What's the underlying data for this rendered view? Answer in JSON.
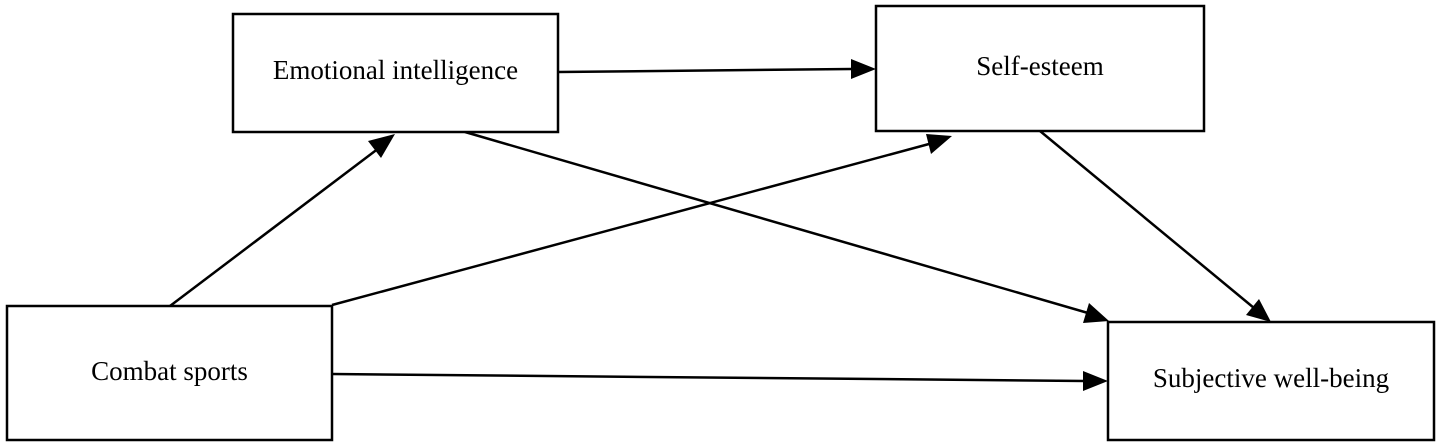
{
  "diagram": {
    "nodes": {
      "emotional_intelligence": {
        "label": "Emotional intelligence"
      },
      "self_esteem": {
        "label": "Self-esteem"
      },
      "combat_sports": {
        "label": "Combat sports"
      },
      "subjective_well_being": {
        "label": "Subjective well-being"
      }
    },
    "edges": [
      {
        "from": "combat_sports",
        "to": "emotional_intelligence"
      },
      {
        "from": "combat_sports",
        "to": "self_esteem"
      },
      {
        "from": "combat_sports",
        "to": "subjective_well_being"
      },
      {
        "from": "emotional_intelligence",
        "to": "self_esteem"
      },
      {
        "from": "emotional_intelligence",
        "to": "subjective_well_being"
      },
      {
        "from": "self_esteem",
        "to": "subjective_well_being"
      }
    ]
  }
}
